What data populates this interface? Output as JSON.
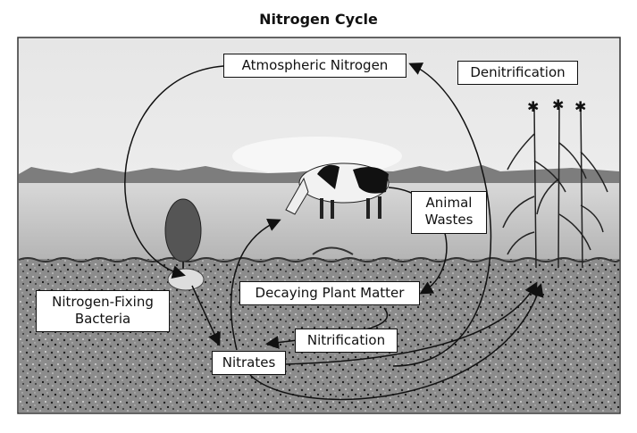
{
  "title": "Nitrogen Cycle",
  "labels": {
    "atmospheric_nitrogen": "Atmospheric Nitrogen",
    "denitrification": "Denitrification",
    "animal_wastes": "Animal Wastes",
    "nitrogen_fixing_bacteria": "Nitrogen-Fixing Bacteria",
    "decaying_plant_matter": "Decaying Plant Matter",
    "nitrification": "Nitrification",
    "nitrates": "Nitrates"
  }
}
